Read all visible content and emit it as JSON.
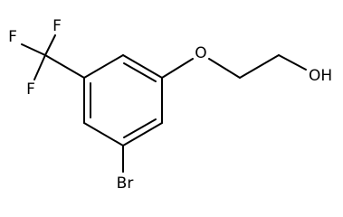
{
  "molecule": {
    "atoms": {
      "f_top": "F",
      "f_left": "F",
      "f_bottom": "F",
      "oxygen": "O",
      "hydroxyl": "OH",
      "bromine": "Br"
    }
  },
  "colors": {
    "bond": "#000000",
    "label": "#000000",
    "background": "#ffffff"
  }
}
